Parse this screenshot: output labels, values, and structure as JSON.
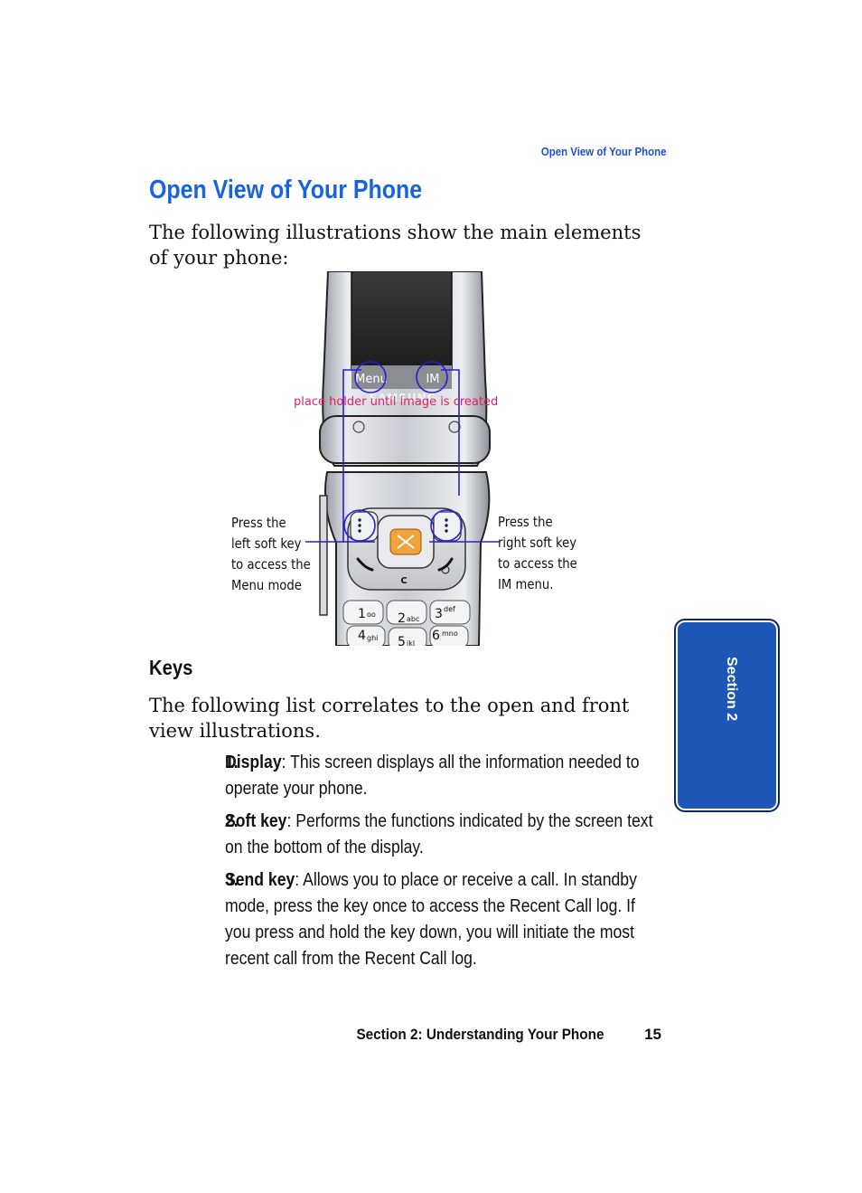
{
  "running_head": "Open View of Your Phone",
  "title": "Open View of Your Phone",
  "intro": "The following illustrations show the main elements of your phone:",
  "figure": {
    "screen_softkey_left": "Menu",
    "screen_softkey_right": "IM",
    "brand": "SAMSUNG",
    "placeholder": "place holder until image is created",
    "callout_left": "Press the\nleft soft key\nto access the\nMenu mode",
    "callout_right": "Press the\nright soft key\nto access the\nIM menu.",
    "clear_key": "C",
    "keypad": [
      {
        "digit": "1",
        "letters": "oo"
      },
      {
        "digit": "2",
        "letters": "abc"
      },
      {
        "digit": "3",
        "letters": "def"
      },
      {
        "digit": "4",
        "letters": "ghi"
      },
      {
        "digit": "5",
        "letters": "jkl"
      },
      {
        "digit": "6",
        "letters": "mno"
      }
    ]
  },
  "keys_heading": "Keys",
  "keys_intro": "The following list correlates to the open and front view illustrations.",
  "keys": [
    {
      "number": "1.",
      "name": "Display",
      "text": ": This screen displays all the information needed to operate your phone."
    },
    {
      "number": "2.",
      "name": "Soft key",
      "text": ": Performs the functions indicated by the screen text on the bottom of the display."
    },
    {
      "number": "3.",
      "name": "Send key",
      "text": ": Allows you to place or receive a call. In standby mode, press the key once to access the Recent Call log. If you press and hold the key down, you will initiate the most recent call from the Recent Call log."
    }
  ],
  "side_tab": "Section 2",
  "footer": "Section 2: Understanding Your Phone",
  "page_number": "15",
  "colors": {
    "heading_blue": "#1763e0",
    "tab_blue": "#1f57b8",
    "callout_line": "#2a1fd0",
    "placeholder_pink": "#e0206a"
  }
}
